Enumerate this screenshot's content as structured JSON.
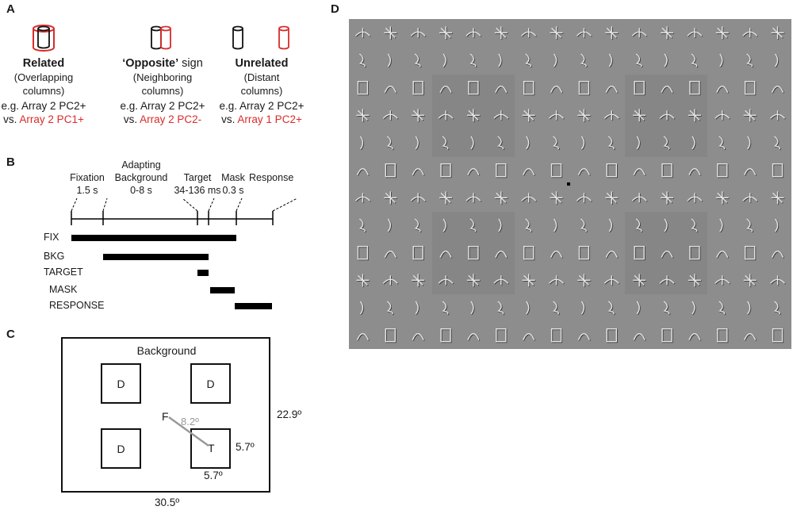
{
  "panel_labels": {
    "a": "A",
    "b": "B",
    "c": "C",
    "d": "D"
  },
  "panel_a": {
    "conditions": [
      {
        "title": "Related",
        "subtitle_1": "(Overlapping",
        "subtitle_2": "columns)",
        "example_1": "e.g. Array 2 PC2+",
        "example_2_prefix": "vs. ",
        "example_2_red": "Array 2 PC1+"
      },
      {
        "title": "‘Opposite’",
        "title_suffix": " sign",
        "subtitle_1": "(Neighboring",
        "subtitle_2": "columns)",
        "example_1": "e.g. Array 2 PC2+",
        "example_2_prefix": "vs. ",
        "example_2_red": "Array 2 PC2-"
      },
      {
        "title": "Unrelated",
        "subtitle_1": "(Distant",
        "subtitle_2": "columns)",
        "example_1": "e.g. Array 2 PC2+",
        "example_2_prefix": "vs. ",
        "example_2_red": "Array 1 PC2+"
      }
    ],
    "colors": {
      "black": "#111111",
      "red": "#d92b2b"
    }
  },
  "panel_b": {
    "phases": [
      {
        "name": "Fixation",
        "duration": "1.5 s"
      },
      {
        "name_1": "Adapting",
        "name_2": "Background",
        "duration": "0-8 s"
      },
      {
        "name": "Target",
        "duration": "34-136 ms"
      },
      {
        "name": "Mask",
        "duration": "0.3 s"
      },
      {
        "name": "Response"
      }
    ],
    "rows": [
      "FIX",
      "BKG",
      "TARGET",
      "MASK",
      "RESPONSE"
    ]
  },
  "panel_c": {
    "background_label": "Background",
    "distractor_label": "D",
    "target_label": "T",
    "fixation_label": "F",
    "eccentricity": "8.2º",
    "height": "22.9º",
    "width": "30.5º",
    "box_height": "5.7º",
    "box_width": "5.7º"
  },
  "panel_d": {
    "background_color": "#8d8d8d",
    "grid_rows": 12,
    "grid_cols": 16,
    "fixation_mark": "black-square"
  }
}
